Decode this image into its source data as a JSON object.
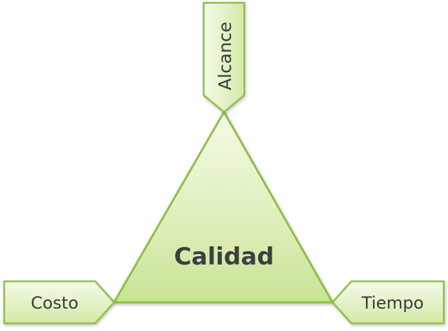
{
  "diagram": {
    "center_label": "Calidad",
    "top_label": "Alcance",
    "left_label": "Costo",
    "right_label": "Tiempo"
  },
  "colors": {
    "fill_light": "#f1f8e2",
    "fill_mid": "#dcefb8",
    "fill_deep": "#c3e08a",
    "stroke": "#8fbf4a",
    "text": "#3a3a3a"
  }
}
